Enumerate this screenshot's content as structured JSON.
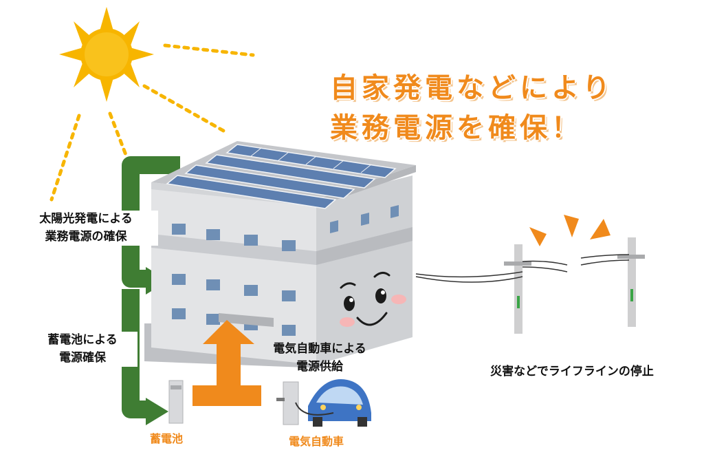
{
  "headline": {
    "line1": "自家発電などにより",
    "line2": "業務電源を確保！"
  },
  "labels": {
    "solar": [
      "太陽光発電による",
      "業務電源の確保"
    ],
    "battery": [
      "蓄電池による",
      "電源確保"
    ],
    "ev_supply": [
      "電気自動車による",
      "電源供給"
    ],
    "outage": "災害などでライフラインの停止",
    "battery_device": "蓄電池",
    "ev_device": "電気自動車"
  },
  "colors": {
    "accent_orange": "#f08a1c",
    "arrow_green": "#3f7d33",
    "sun": "#f7b500",
    "building": "#dcdde0"
  },
  "icons": [
    "sun-icon",
    "building-icon",
    "solar-panel-icon",
    "battery-icon",
    "ev-car-icon",
    "utility-pole-icon"
  ]
}
